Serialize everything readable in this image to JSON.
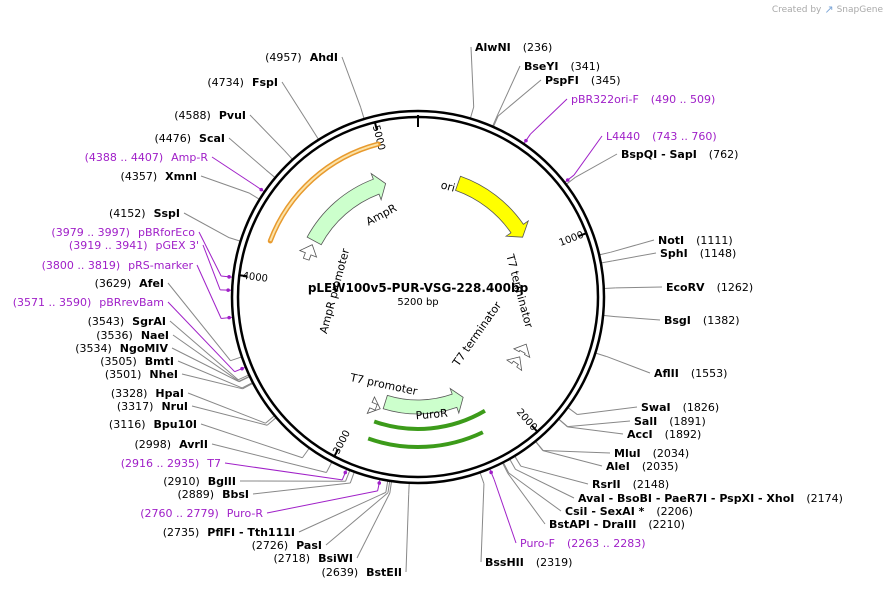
{
  "credit": {
    "prefix": "Created by",
    "brand": "SnapGene"
  },
  "plasmid": {
    "name": "pLEW100v5-PUR-VSG-228.400bp",
    "length_label": "5200 bp",
    "length": 5200
  },
  "ticks": [
    {
      "pos": 1000,
      "label": "1000"
    },
    {
      "pos": 2000,
      "label": "2000"
    },
    {
      "pos": 3000,
      "label": "3000"
    },
    {
      "pos": 4000,
      "label": "4000"
    },
    {
      "pos": 5000,
      "label": "5000"
    }
  ],
  "sites_right": [
    {
      "name": "AlwNI",
      "pos": "(236)",
      "bp": 236
    },
    {
      "name": "BseYI",
      "pos": "(341)",
      "bp": 341
    },
    {
      "name": "PspFI",
      "pos": "(345)",
      "bp": 345
    },
    {
      "name": "pBR322ori-F",
      "pos": "(490 .. 509)",
      "bp": 500,
      "primer": true
    },
    {
      "name": "L4440",
      "pos": "(743 .. 760)",
      "bp": 751,
      "primer": true
    },
    {
      "name": "BspQI - SapI",
      "pos": "(762)",
      "bp": 762
    },
    {
      "name": "NotI",
      "pos": "(1111)",
      "bp": 1111
    },
    {
      "name": "SphI",
      "pos": "(1148)",
      "bp": 1148
    },
    {
      "name": "EcoRV",
      "pos": "(1262)",
      "bp": 1262
    },
    {
      "name": "BsgI",
      "pos": "(1382)",
      "bp": 1382
    },
    {
      "name": "AflII",
      "pos": "(1553)",
      "bp": 1553
    },
    {
      "name": "SwaI",
      "pos": "(1826)",
      "bp": 1826
    },
    {
      "name": "SalI",
      "pos": "(1891)",
      "bp": 1891
    },
    {
      "name": "AccI",
      "pos": "(1892)",
      "bp": 1892
    },
    {
      "name": "MluI",
      "pos": "(2034)",
      "bp": 2034
    },
    {
      "name": "AleI",
      "pos": "(2035)",
      "bp": 2035
    },
    {
      "name": "RsrII",
      "pos": "(2148)",
      "bp": 2148
    },
    {
      "name": "AvaI - BsoBI - PaeR7I - PspXI - XhoI",
      "pos": "(2174)",
      "bp": 2174
    },
    {
      "name": "CsiI - SexAI *",
      "pos": "(2206)",
      "bp": 2206
    },
    {
      "name": "BstAPI - DraIII",
      "pos": "(2210)",
      "bp": 2210
    },
    {
      "name": "Puro-F",
      "pos": "(2263 .. 2283)",
      "bp": 2273,
      "primer": true
    },
    {
      "name": "BssHII",
      "pos": "(2319)",
      "bp": 2319
    }
  ],
  "sites_left": [
    {
      "name": "AhdI",
      "pos": "(4957)",
      "bp": 4957
    },
    {
      "name": "FspI",
      "pos": "(4734)",
      "bp": 4734
    },
    {
      "name": "PvuI",
      "pos": "(4588)",
      "bp": 4588
    },
    {
      "name": "ScaI",
      "pos": "(4476)",
      "bp": 4476
    },
    {
      "name": "Amp-R",
      "pos": "(4388 .. 4407)",
      "bp": 4397,
      "primer": true
    },
    {
      "name": "XmnI",
      "pos": "(4357)",
      "bp": 4357
    },
    {
      "name": "SspI",
      "pos": "(4152)",
      "bp": 4152
    },
    {
      "name": "pBRforEco",
      "pos": "(3979 .. 3997)",
      "bp": 3988,
      "primer": true
    },
    {
      "name": "pGEX 3'",
      "pos": "(3919 .. 3941)",
      "bp": 3930,
      "primer": true
    },
    {
      "name": "pRS-marker",
      "pos": "(3800 .. 3819)",
      "bp": 3810,
      "primer": true
    },
    {
      "name": "AfeI",
      "pos": "(3629)",
      "bp": 3629
    },
    {
      "name": "pBRrevBam",
      "pos": "(3571 .. 3590)",
      "bp": 3580,
      "primer": true
    },
    {
      "name": "SgrAI",
      "pos": "(3543)",
      "bp": 3543
    },
    {
      "name": "NaeI",
      "pos": "(3536)",
      "bp": 3536
    },
    {
      "name": "NgoMIV",
      "pos": "(3534)",
      "bp": 3534
    },
    {
      "name": "BmtI",
      "pos": "(3505)",
      "bp": 3505
    },
    {
      "name": "NheI",
      "pos": "(3501)",
      "bp": 3501
    },
    {
      "name": "HpaI",
      "pos": "(3328)",
      "bp": 3328
    },
    {
      "name": "NruI",
      "pos": "(3317)",
      "bp": 3317
    },
    {
      "name": "Bpu10I",
      "pos": "(3116)",
      "bp": 3116
    },
    {
      "name": "AvrII",
      "pos": "(2998)",
      "bp": 2998
    },
    {
      "name": "T7",
      "pos": "(2916 .. 2935)",
      "bp": 2925,
      "primer": true
    },
    {
      "name": "BglII",
      "pos": "(2910)",
      "bp": 2910
    },
    {
      "name": "BbsI",
      "pos": "(2889)",
      "bp": 2889
    },
    {
      "name": "Puro-R",
      "pos": "(2760 .. 2779)",
      "bp": 2770,
      "primer": true
    },
    {
      "name": "PflFI - Tth111I",
      "pos": "(2735)",
      "bp": 2735
    },
    {
      "name": "PasI",
      "pos": "(2726)",
      "bp": 2726
    },
    {
      "name": "BsiWI",
      "pos": "(2718)",
      "bp": 2718
    },
    {
      "name": "BstEII",
      "pos": "(2639)",
      "bp": 2639
    }
  ],
  "features": [
    {
      "name": "ori",
      "start": 280,
      "end": 870,
      "color": "#ffff00",
      "dir": 1
    },
    {
      "name": "AmpR",
      "start": 4310,
      "end": 4970,
      "color": "#ccffcc",
      "dir": 1
    },
    {
      "name": "AmpR promoter",
      "start": 4170,
      "end": 4280,
      "color": "#ffffff",
      "dir": 1
    },
    {
      "name": "PuroR",
      "start": 2250,
      "end": 2850,
      "color": "#ccffcc",
      "dir": -1
    },
    {
      "name": "T7 promoter",
      "start": 2870,
      "end": 2900,
      "color": "#ffffff",
      "dir": -1
    },
    {
      "name": "T7 terminator",
      "start": 1640,
      "end": 1700,
      "color": "#ffffff",
      "dir": -1
    },
    {
      "name": "T7 terminator",
      "start": 1740,
      "end": 1790,
      "color": "#ffffff",
      "dir": -1
    }
  ],
  "text_labels": {
    "ori": "ori",
    "ampr": "AmpR",
    "ampr_promoter": "AmpR promoter",
    "puror": "PuroR",
    "t7_promoter": "T7 promoter",
    "t7_term_1": "T7 terminator",
    "t7_term_2": "T7 terminator"
  },
  "colors": {
    "backbone": "#000000",
    "primer": "#a020c8",
    "ampr_outer": "#e89a2e",
    "puro_outer": "#3c9b1a",
    "ori": "#ffff00",
    "cds": "#ccffcc"
  }
}
